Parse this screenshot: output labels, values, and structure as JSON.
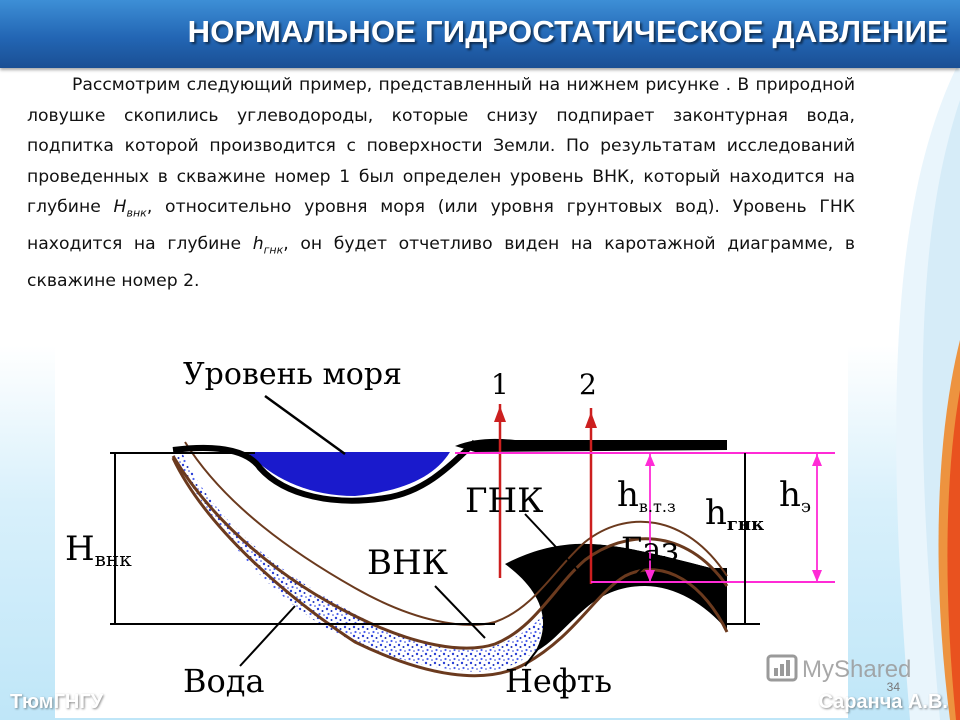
{
  "slide": {
    "title": "НОРМАЛЬНОЕ ГИДРОСТАТИЧЕСКОЕ ДАВЛЕНИЕ",
    "paragraph_part1": "Рассмотрим следующий пример, представленный на нижнем рисунке . В природной ловушке скопились углеводороды, которые снизу подпирает законтурная вода, подпитка которой производится с поверхности Земли. По результатам исследований проведенных в скважине номер 1 был определен уровень ВНК, который находится на глубине ",
    "var_H": "H",
    "var_H_sub": "внк",
    "paragraph_part2": ", относительно уровня моря (или уровня грунтовых вод). Уровень ГНК находится на глубине ",
    "var_h": "h",
    "var_h_sub": "гнк",
    "paragraph_part3": ", он будет отчетливо виден на каротажной диаграмме, в скважине номер 2.",
    "footer_left": "ТюмГНГУ",
    "footer_right": "Саранча А.В.",
    "page_number": "34",
    "watermark": "MyShared"
  },
  "diagram": {
    "label_sea_level": "Уровень моря",
    "label_well_1": "1",
    "label_well_2": "2",
    "label_gnk": "ГНК",
    "label_vnk": "ВНК",
    "label_gas": "Газ",
    "label_water": "Вода",
    "label_oil": "Нефть",
    "label_H": "H",
    "label_H_sub": "внк",
    "label_h_vtz": "h",
    "label_h_vtz_sub": "в.т.з",
    "label_h_gnk": "h",
    "label_h_gnk_sub": "гнк",
    "label_h_e": "h",
    "label_h_e_sub": "э",
    "colors": {
      "sea": "#1a1acc",
      "water_dots": "#2a3fd6",
      "magenta": "#ff2bd6",
      "well_red": "#cc1f1f",
      "reservoir_outline": "#6b3a1e",
      "black": "#000000"
    }
  }
}
